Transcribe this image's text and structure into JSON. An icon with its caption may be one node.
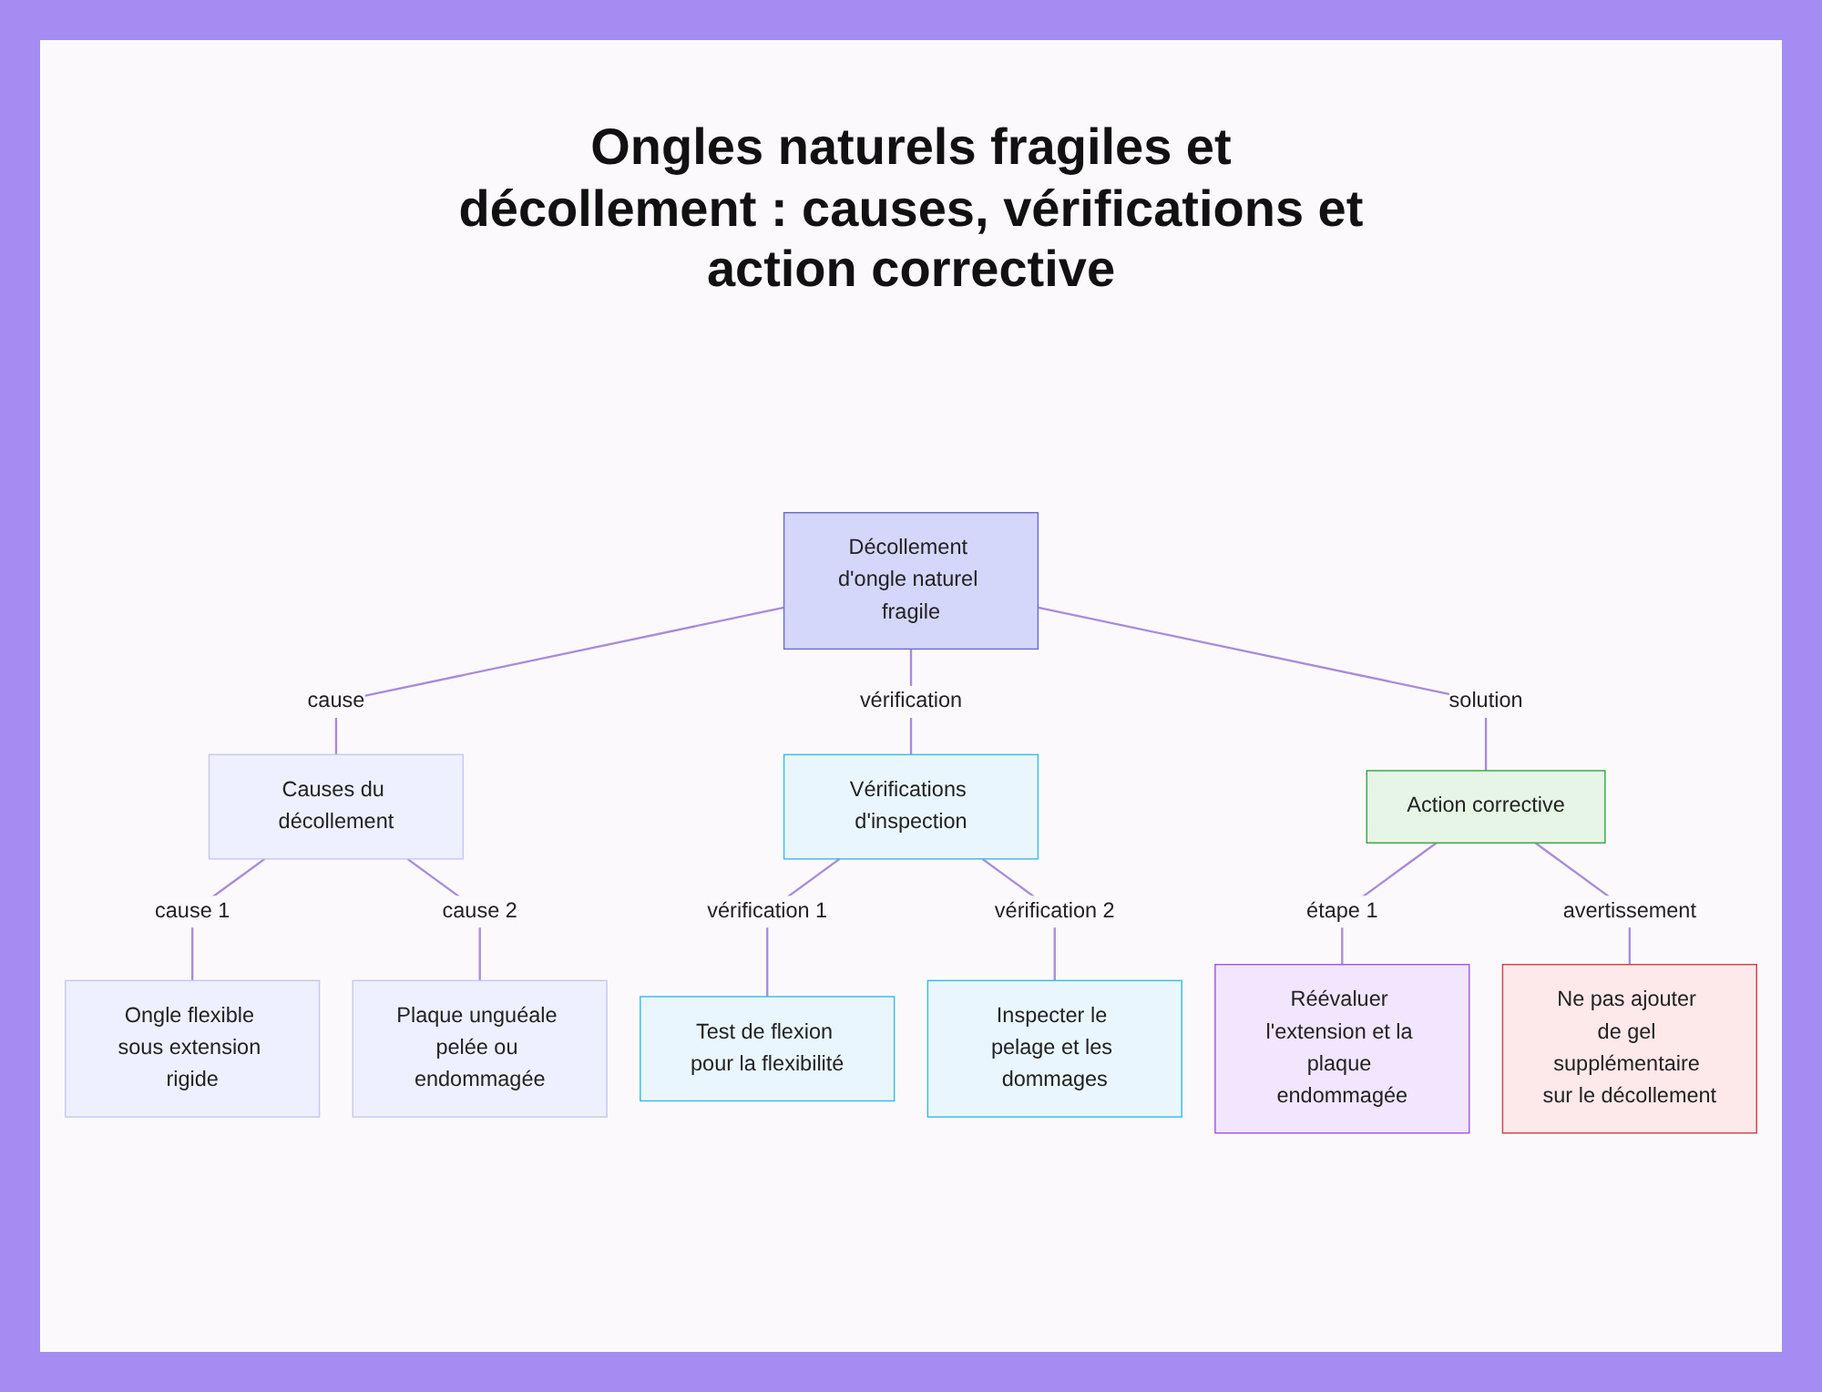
{
  "diagram": {
    "title": "Ongles naturels fragiles et décollement : causes, vérifications et action corrective",
    "nodes": [
      {
        "text": [
          "Décollement d'ongle naturel fragile"
        ]
      },
      {
        "text": [
          "Causes du décollement"
        ]
      },
      {
        "text": [
          "Vérifications d'inspection"
        ]
      },
      {
        "text": [
          "Action corrective"
        ]
      },
      {
        "text": [
          "Ongle flexible sous extension rigide"
        ]
      },
      {
        "text": [
          "Plaque unguéale pelée ou endommagée"
        ]
      },
      {
        "text": [
          "Test de flexion pour la flexibilité"
        ]
      },
      {
        "text": [
          "Inspecter le pelage et les dommages"
        ]
      },
      {
        "text": [
          "Réévaluer l'extension et la plaque endommagée"
        ]
      },
      {
        "text": [
          "Ne pas ajouter de gel supplémentaire sur le décollement"
        ]
      }
    ],
    "edges": [
      {
        "from": 0,
        "to": 1,
        "arrow": "none",
        "label": "cause"
      },
      {
        "from": 0,
        "to": 2,
        "arrow": "none",
        "label": "vérification"
      },
      {
        "from": 0,
        "to": 3,
        "arrow": "none",
        "label": "solution"
      },
      {
        "from": 1,
        "to": 4,
        "arrow": "none",
        "label": "cause 1"
      },
      {
        "from": 1,
        "to": 5,
        "arrow": "none",
        "label": "cause 2"
      },
      {
        "from": 2,
        "to": 6,
        "arrow": "none",
        "label": "vérification 1"
      },
      {
        "from": 2,
        "to": 7,
        "arrow": "none",
        "label": "vérification 2"
      },
      {
        "from": 3,
        "to": 8,
        "arrow": "none",
        "label": "étape 1"
      },
      {
        "from": 3,
        "to": 9,
        "arrow": "none",
        "label": "avertissement"
      }
    ]
  }
}
